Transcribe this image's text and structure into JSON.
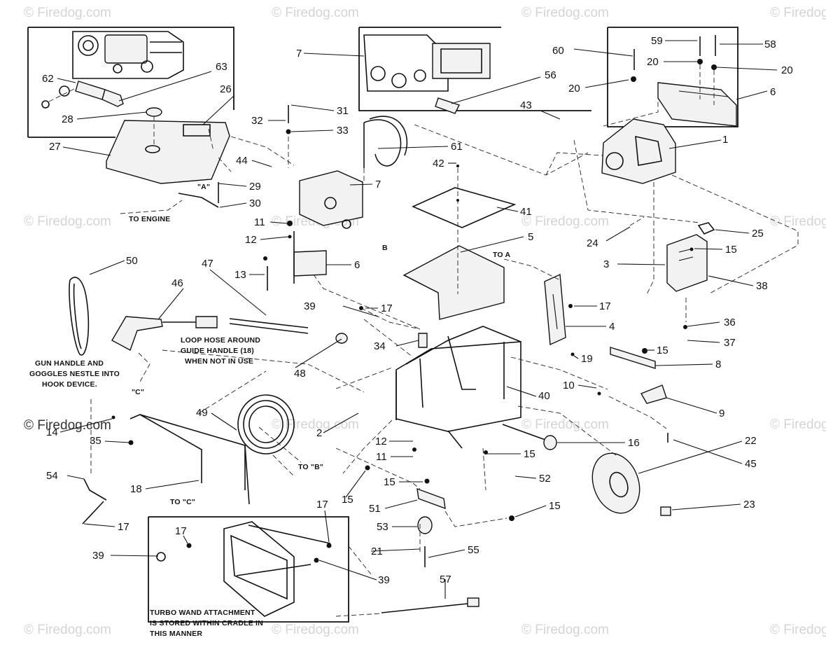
{
  "watermark": {
    "text": "© Firedog.com"
  },
  "notes": {
    "to_engine": "TO ENGINE",
    "to_a": "TO A",
    "to_b": "TO \"B\"",
    "to_c": "TO \"C\"",
    "label_a": "\"A\"",
    "label_b": "B",
    "label_c": "\"C\"",
    "loop_hose_1": "LOOP HOSE AROUND",
    "loop_hose_2": "GUIDE HANDLE (18)",
    "loop_hose_3": "WHEN NOT IN USE",
    "gun_handle_1": "GUN HANDLE AND",
    "gun_handle_2": "GOGGLES NESTLE INTO",
    "gun_handle_3": "HOOK DEVICE.",
    "turbo_1": "TURBO WAND ATTACHMENT",
    "turbo_2": "IS STORED WITHIN CRADLE IN",
    "turbo_3": "THIS MANNER"
  },
  "callouts": [
    {
      "id": "c7a",
      "label": "7"
    },
    {
      "id": "c56",
      "label": "56"
    },
    {
      "id": "c60",
      "label": "60"
    },
    {
      "id": "c59",
      "label": "59"
    },
    {
      "id": "c58",
      "label": "58"
    },
    {
      "id": "c20a",
      "label": "20"
    },
    {
      "id": "c20b",
      "label": "20"
    },
    {
      "id": "c20c",
      "label": "20"
    },
    {
      "id": "c6a",
      "label": "6"
    },
    {
      "id": "c62",
      "label": "62"
    },
    {
      "id": "c63",
      "label": "63"
    },
    {
      "id": "c26",
      "label": "26"
    },
    {
      "id": "c28",
      "label": "28"
    },
    {
      "id": "c27",
      "label": "27"
    },
    {
      "id": "c32",
      "label": "32"
    },
    {
      "id": "c31",
      "label": "31"
    },
    {
      "id": "c33",
      "label": "33"
    },
    {
      "id": "c43",
      "label": "43"
    },
    {
      "id": "c1",
      "label": "1"
    },
    {
      "id": "c61",
      "label": "61"
    },
    {
      "id": "c42",
      "label": "42"
    },
    {
      "id": "c44",
      "label": "44"
    },
    {
      "id": "c29",
      "label": "29"
    },
    {
      "id": "c7b",
      "label": "7"
    },
    {
      "id": "c30",
      "label": "30"
    },
    {
      "id": "c41",
      "label": "41"
    },
    {
      "id": "c11a",
      "label": "11"
    },
    {
      "id": "c25",
      "label": "25"
    },
    {
      "id": "c24",
      "label": "24"
    },
    {
      "id": "c5",
      "label": "5"
    },
    {
      "id": "c12a",
      "label": "12"
    },
    {
      "id": "c15a",
      "label": "15"
    },
    {
      "id": "c50",
      "label": "50"
    },
    {
      "id": "c47",
      "label": "47"
    },
    {
      "id": "c3",
      "label": "3"
    },
    {
      "id": "c13",
      "label": "13"
    },
    {
      "id": "c6b",
      "label": "6"
    },
    {
      "id": "c38",
      "label": "38"
    },
    {
      "id": "c46",
      "label": "46"
    },
    {
      "id": "c39a",
      "label": "39"
    },
    {
      "id": "c17a",
      "label": "17"
    },
    {
      "id": "c17b",
      "label": "17"
    },
    {
      "id": "c4",
      "label": "4"
    },
    {
      "id": "c36",
      "label": "36"
    },
    {
      "id": "c37",
      "label": "37"
    },
    {
      "id": "c34",
      "label": "34"
    },
    {
      "id": "c15b",
      "label": "15"
    },
    {
      "id": "c19",
      "label": "19"
    },
    {
      "id": "c48",
      "label": "48"
    },
    {
      "id": "c8",
      "label": "8"
    },
    {
      "id": "c10",
      "label": "10"
    },
    {
      "id": "c40",
      "label": "40"
    },
    {
      "id": "c9",
      "label": "9"
    },
    {
      "id": "c49",
      "label": "49"
    },
    {
      "id": "c2",
      "label": "2"
    },
    {
      "id": "c14",
      "label": "14"
    },
    {
      "id": "c35",
      "label": "35"
    },
    {
      "id": "c12b",
      "label": "12"
    },
    {
      "id": "c16",
      "label": "16"
    },
    {
      "id": "c22",
      "label": "22"
    },
    {
      "id": "c15c",
      "label": "15"
    },
    {
      "id": "c45",
      "label": "45"
    },
    {
      "id": "c11b",
      "label": "11"
    },
    {
      "id": "c54",
      "label": "54"
    },
    {
      "id": "c18",
      "label": "18"
    },
    {
      "id": "c15d",
      "label": "15"
    },
    {
      "id": "c52",
      "label": "52"
    },
    {
      "id": "c15e",
      "label": "15"
    },
    {
      "id": "c51",
      "label": "51"
    },
    {
      "id": "c15f",
      "label": "15"
    },
    {
      "id": "c23",
      "label": "23"
    },
    {
      "id": "c17c",
      "label": "17"
    },
    {
      "id": "c53",
      "label": "53"
    },
    {
      "id": "c17d",
      "label": "17"
    },
    {
      "id": "c17e",
      "label": "17"
    },
    {
      "id": "c39b",
      "label": "39"
    },
    {
      "id": "c21",
      "label": "21"
    },
    {
      "id": "c55",
      "label": "55"
    },
    {
      "id": "c39c",
      "label": "39"
    },
    {
      "id": "c57",
      "label": "57"
    }
  ]
}
